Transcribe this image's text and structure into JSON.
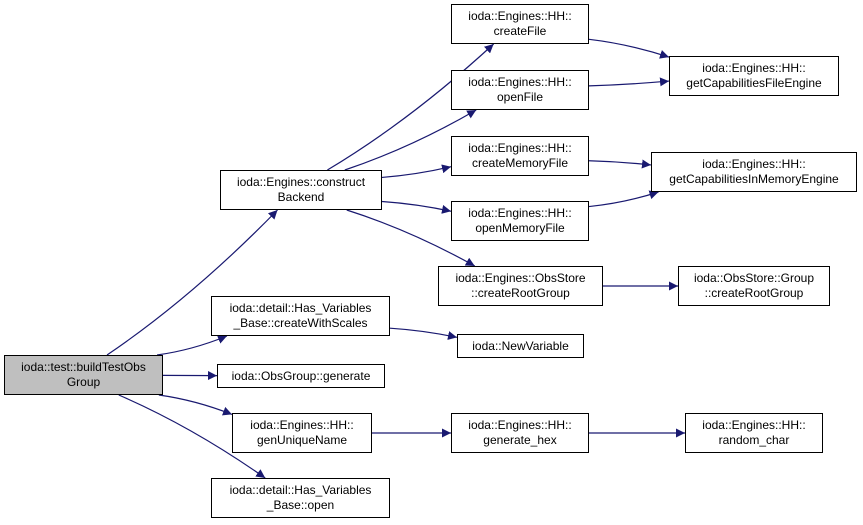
{
  "colors": {
    "edge": "#191970",
    "node_border": "#000000",
    "root_fill": "#bfbfbf",
    "node_fill": "#ffffff"
  },
  "nodes": {
    "build_test_obs_group": [
      "ioda::test::buildTestObs",
      "Group"
    ],
    "construct_backend": [
      "ioda::Engines::construct",
      "Backend"
    ],
    "create_with_scales": [
      "ioda::detail::Has_Variables",
      "_Base::createWithScales"
    ],
    "obsgroup_generate": [
      "ioda::ObsGroup::generate"
    ],
    "gen_unique_name": [
      "ioda::Engines::HH::",
      "genUniqueName"
    ],
    "has_variables_open": [
      "ioda::detail::Has_Variables",
      "_Base::open"
    ],
    "create_file": [
      "ioda::Engines::HH::",
      "createFile"
    ],
    "open_file": [
      "ioda::Engines::HH::",
      "openFile"
    ],
    "create_memory_file": [
      "ioda::Engines::HH::",
      "createMemoryFile"
    ],
    "open_memory_file": [
      "ioda::Engines::HH::",
      "openMemoryFile"
    ],
    "obsstore_create_root_group": [
      "ioda::Engines::ObsStore",
      "::createRootGroup"
    ],
    "new_variable": [
      "ioda::NewVariable"
    ],
    "generate_hex": [
      "ioda::Engines::HH::",
      "generate_hex"
    ],
    "get_capabilities_file_engine": [
      "ioda::Engines::HH::",
      "getCapabilitiesFileEngine"
    ],
    "get_capabilities_in_memory_engine": [
      "ioda::Engines::HH::",
      "getCapabilitiesInMemoryEngine"
    ],
    "group_create_root_group": [
      "ioda::ObsStore::Group",
      "::createRootGroup"
    ],
    "random_char": [
      "ioda::Engines::HH::",
      "random_char"
    ]
  },
  "edges": [
    [
      "build_test_obs_group",
      "construct_backend"
    ],
    [
      "build_test_obs_group",
      "create_with_scales"
    ],
    [
      "build_test_obs_group",
      "obsgroup_generate"
    ],
    [
      "build_test_obs_group",
      "gen_unique_name"
    ],
    [
      "build_test_obs_group",
      "has_variables_open"
    ],
    [
      "construct_backend",
      "create_file"
    ],
    [
      "construct_backend",
      "open_file"
    ],
    [
      "construct_backend",
      "create_memory_file"
    ],
    [
      "construct_backend",
      "open_memory_file"
    ],
    [
      "construct_backend",
      "obsstore_create_root_group"
    ],
    [
      "create_file",
      "get_capabilities_file_engine"
    ],
    [
      "open_file",
      "get_capabilities_file_engine"
    ],
    [
      "create_memory_file",
      "get_capabilities_in_memory_engine"
    ],
    [
      "open_memory_file",
      "get_capabilities_in_memory_engine"
    ],
    [
      "obsstore_create_root_group",
      "group_create_root_group"
    ],
    [
      "create_with_scales",
      "new_variable"
    ],
    [
      "gen_unique_name",
      "generate_hex"
    ],
    [
      "generate_hex",
      "random_char"
    ]
  ]
}
